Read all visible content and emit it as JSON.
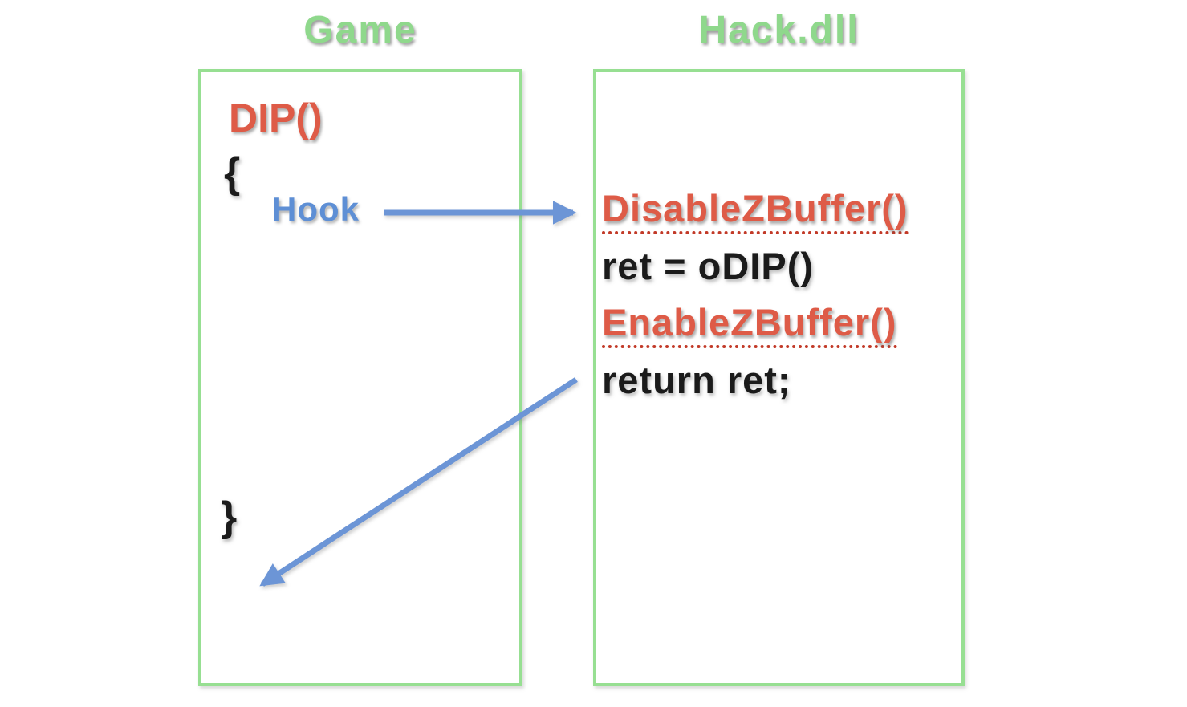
{
  "diagram": {
    "colors": {
      "title_green": "#8FD88C",
      "box_border_green": "#97DF92",
      "code_red": "#DE5B47",
      "underline_red": "#C23A28",
      "hook_blue": "#5E8FD5",
      "arrow_blue": "#6C95D6",
      "code_black": "#1b1b1b",
      "background": "#ffffff"
    },
    "game_box": {
      "title": "Game",
      "function_name": "DIP()",
      "open_brace": "{",
      "hook_label": "Hook",
      "close_brace": "}"
    },
    "hack_box": {
      "title": "Hack.dll",
      "lines": [
        {
          "text": "DisableZBuffer()",
          "style": "red-dotted-underline"
        },
        {
          "text": "ret = oDIP()",
          "style": "black"
        },
        {
          "text": "EnableZBuffer()",
          "style": "red-dotted-underline"
        },
        {
          "text": "return ret;",
          "style": "black"
        }
      ]
    },
    "arrows": [
      {
        "name": "hook-to-disablezbuffer",
        "from": "Hook",
        "to": "DisableZBuffer()",
        "direction": "right"
      },
      {
        "name": "return-to-caller",
        "from": "return ret;",
        "to": "Game close brace",
        "direction": "down-left"
      }
    ]
  }
}
